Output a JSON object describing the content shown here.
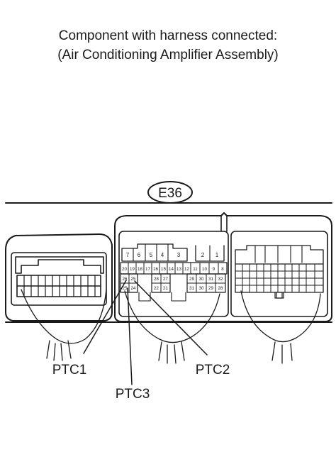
{
  "title": {
    "line1": "Component with harness connected:",
    "line2": "(Air Conditioning Amplifier Assembly)"
  },
  "connector_code": "E36",
  "pins": {
    "top_row_left": [
      "7",
      "6",
      "5",
      "4",
      "3"
    ],
    "top_row_right": [
      "2",
      "1"
    ],
    "row2_left": [
      "20",
      "19",
      "18",
      "17",
      "16",
      "15",
      "14",
      "13",
      "12"
    ],
    "row2_right": [
      "11",
      "10",
      "9",
      "8"
    ],
    "row3_left": [
      "26",
      "25"
    ],
    "row3_mid": [
      "28",
      "27"
    ],
    "row3_right": [
      "29",
      "30",
      "31",
      "32"
    ],
    "row4_left": [
      "25",
      "24"
    ],
    "row4_mid": [
      "22",
      "21"
    ],
    "row4_right": [
      "31",
      "30",
      "29",
      "28"
    ]
  },
  "callouts": {
    "ptc1": "PTC1",
    "ptc2": "PTC2",
    "ptc3": "PTC3"
  }
}
